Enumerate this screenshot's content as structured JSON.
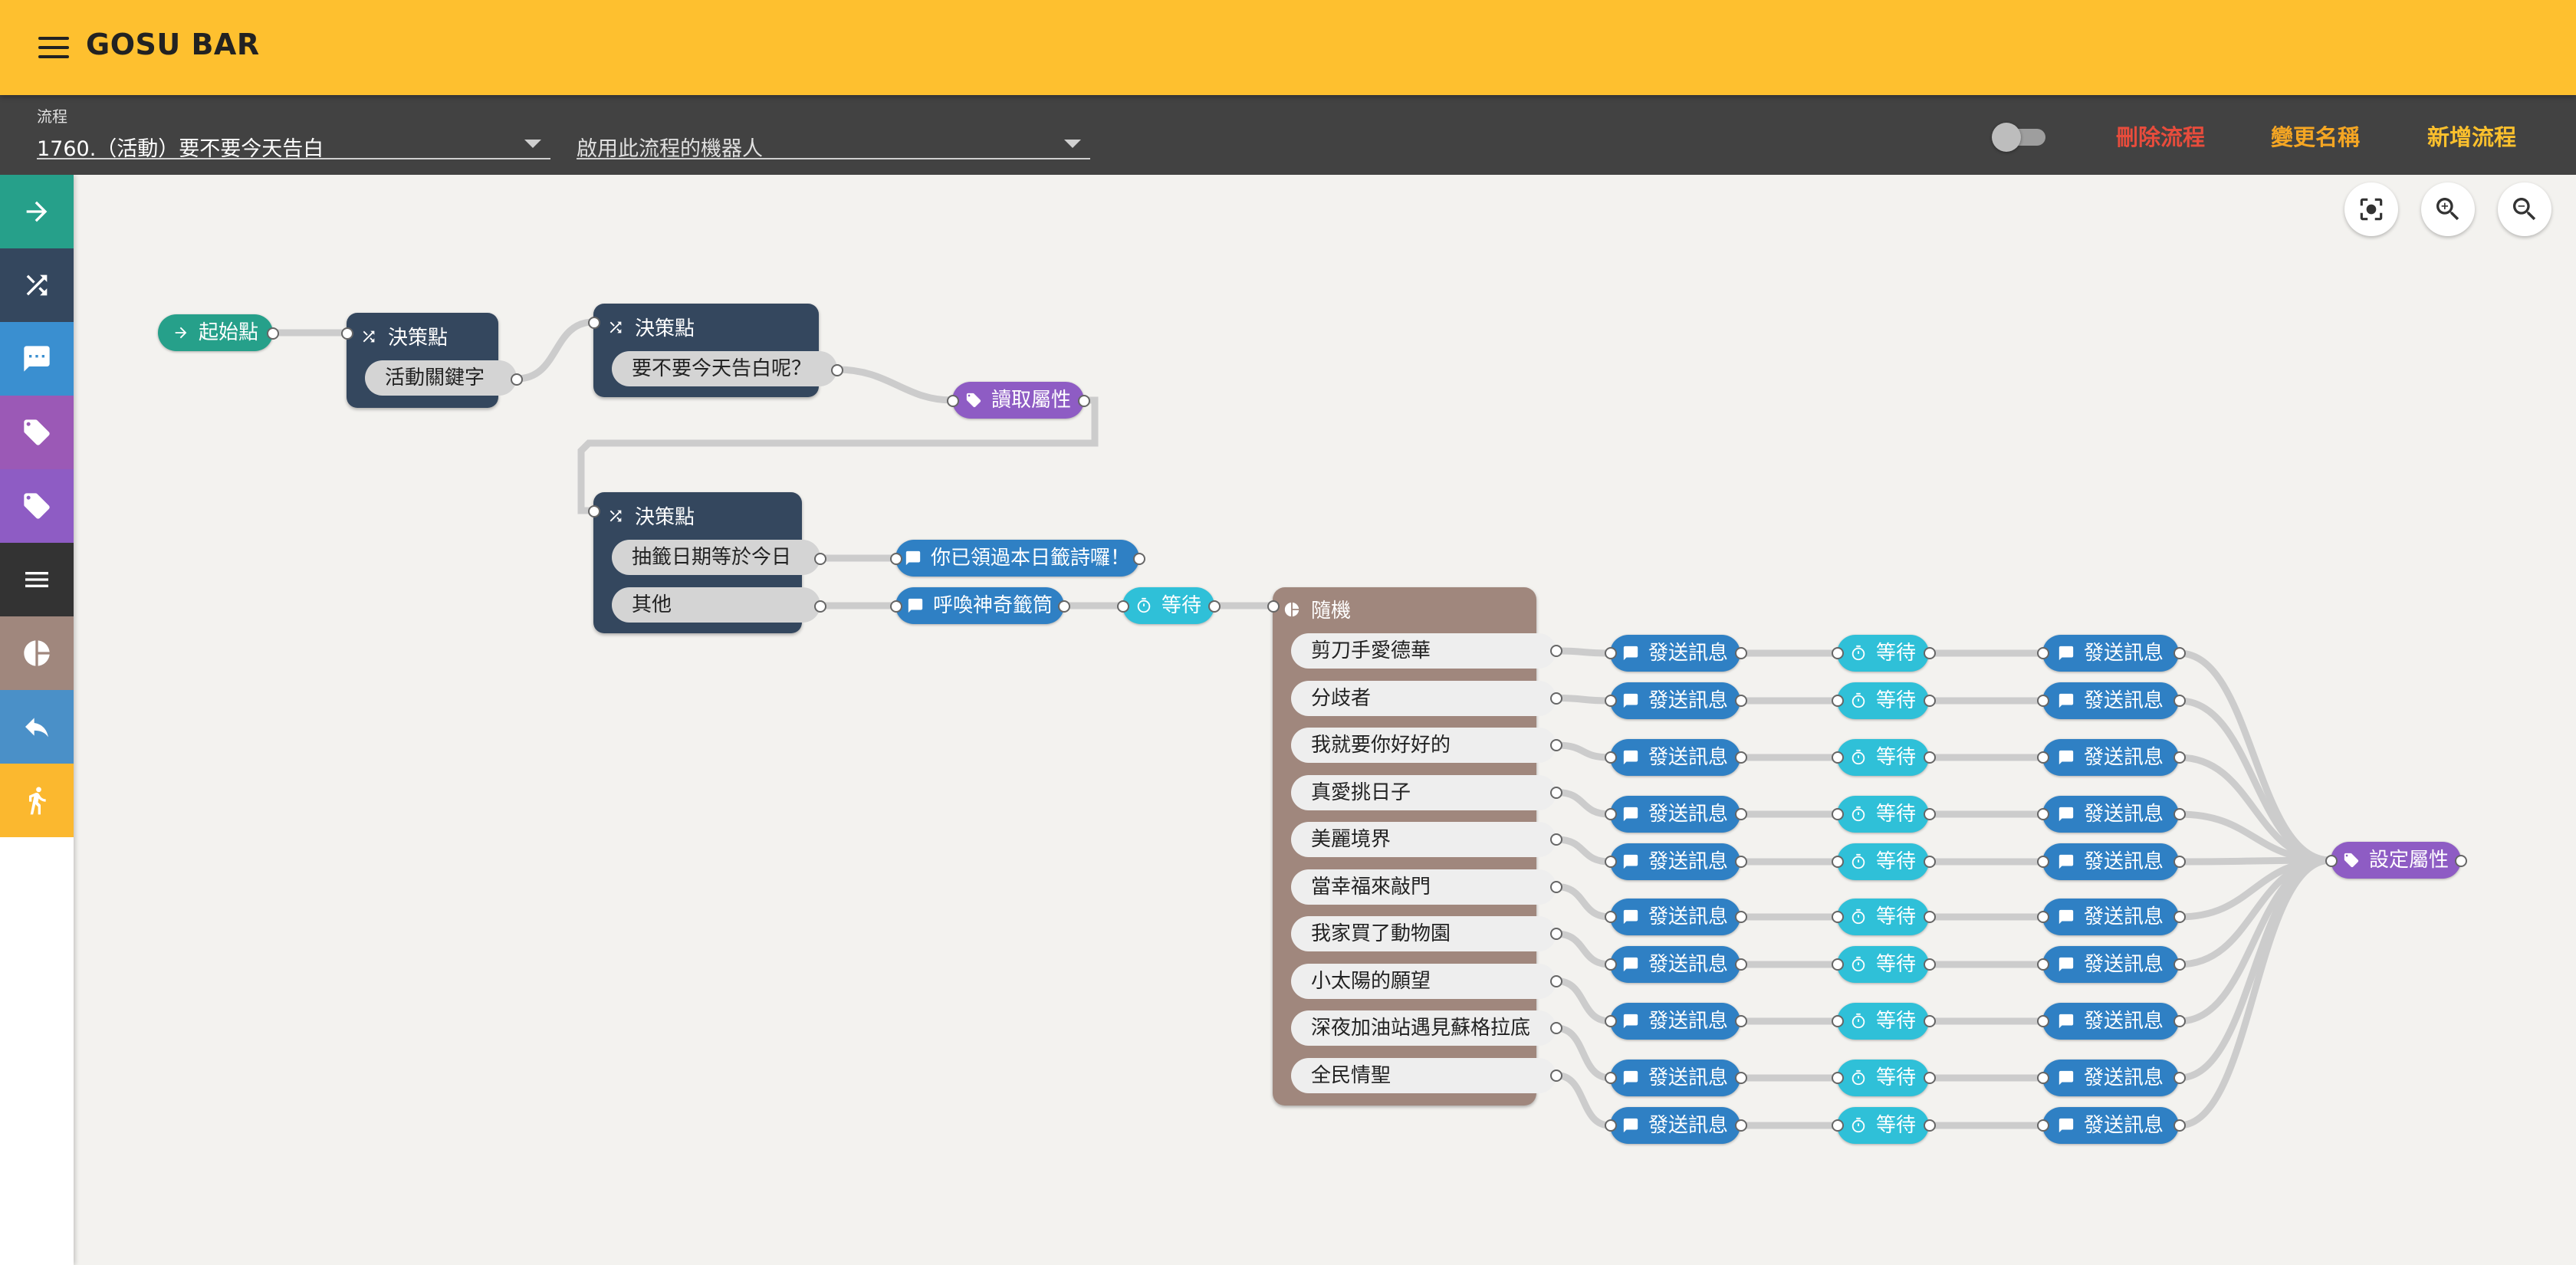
{
  "app": {
    "title": "GOSU BAR"
  },
  "toolbar": {
    "flow_label": "流程",
    "flow_value": "1760.（活動）要不要今天告白",
    "bot_placeholder": "啟用此流程的機器人",
    "delete_label": "刪除流程",
    "rename_label": "變更名稱",
    "add_label": "新增流程",
    "colors": {
      "delete": "#e74c3c",
      "rename": "#f5a623",
      "add": "#fbc02d"
    }
  },
  "sidebar": {
    "items": [
      {
        "icon": "arrow-right-icon",
        "color": "#26a08a"
      },
      {
        "icon": "shuffle-icon",
        "color": "#34475e"
      },
      {
        "icon": "chat-icon",
        "color": "#3a8fd0"
      },
      {
        "icon": "tag-icon",
        "color": "#9b59b6"
      },
      {
        "icon": "tag-icon",
        "color": "#8e5cc4"
      },
      {
        "icon": "menu-icon",
        "color": "#333333"
      },
      {
        "icon": "pie-icon",
        "color": "#a0877d"
      },
      {
        "icon": "reply-icon",
        "color": "#4a90c8"
      },
      {
        "icon": "run-icon",
        "color": "#fbb82f"
      }
    ]
  },
  "zoom": {
    "fit": "fit-icon",
    "in": "zoom-in-icon",
    "out": "zoom-out-icon"
  },
  "flow": {
    "start": "起始點",
    "decision_label": "決策點",
    "decision1": {
      "options": [
        "活動關鍵字"
      ]
    },
    "decision2": {
      "options": [
        "要不要今天告白呢？"
      ]
    },
    "read_attr": "讀取屬性",
    "decision3": {
      "options": [
        "抽籤日期等於今日",
        "其他"
      ]
    },
    "msg_already": "你已領過本日籤詩囉！",
    "msg_summon": "呼喚神奇籤筒",
    "wait_label": "等待",
    "random_label": "隨機",
    "random_options": [
      "剪刀手愛德華",
      "分歧者",
      "我就要你好好的",
      "真愛挑日子",
      "美麗境界",
      "當幸福來敲門",
      "我家買了動物園",
      "小太陽的願望",
      "深夜加油站遇見蘇格拉底",
      "全民情聖"
    ],
    "send_label": "發送訊息",
    "chain_count": 10,
    "set_attr": "設定屬性",
    "colors": {
      "start": "#26a08a",
      "decision": "#34475e",
      "attr": "#8e5cc4",
      "message": "#2f80c4",
      "wait": "#2fc0d8",
      "random": "#a0877d"
    }
  }
}
